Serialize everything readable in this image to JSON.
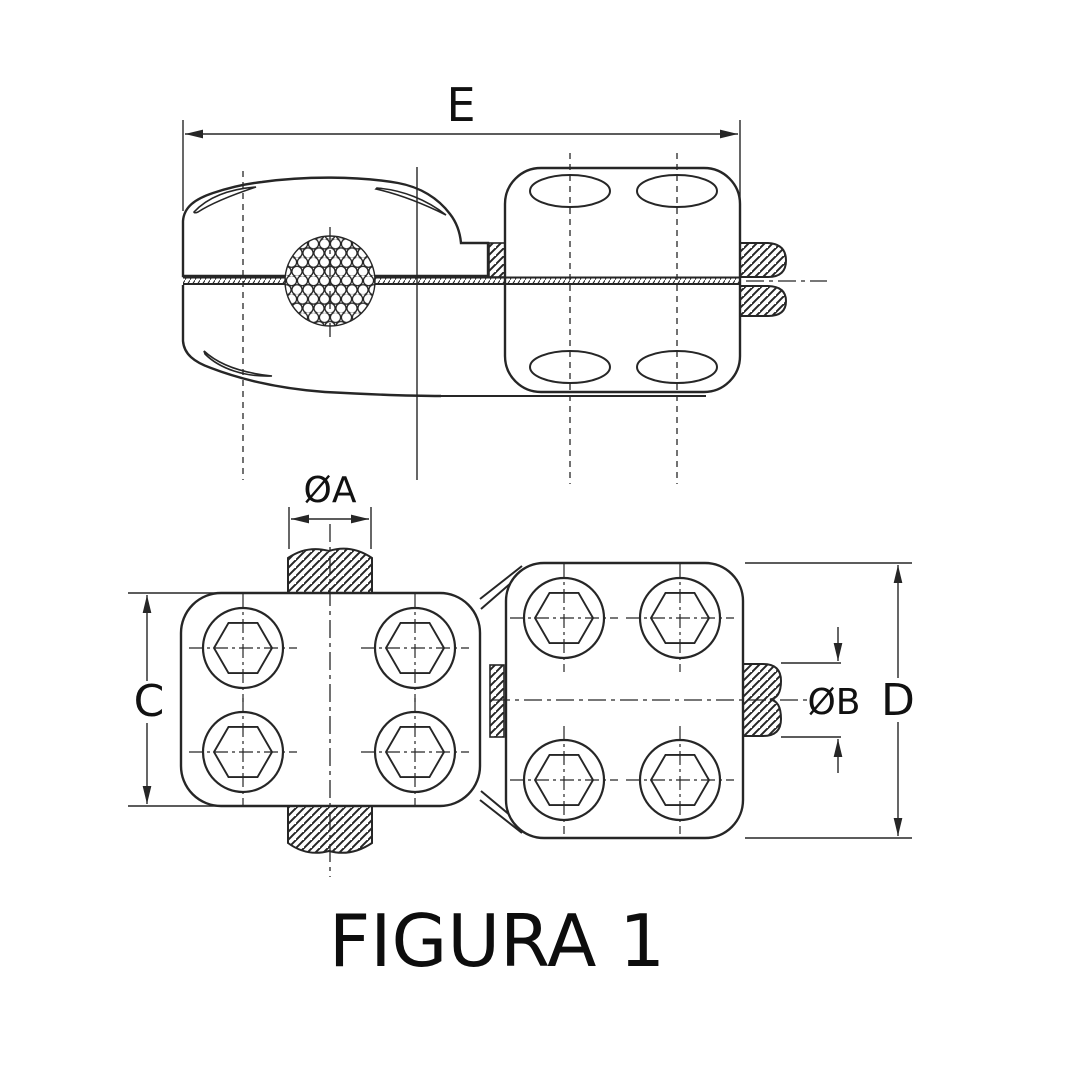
{
  "drawing": {
    "caption": "FIGURA 1",
    "dimensions": {
      "e": "E",
      "a": "ØA",
      "b": "ØB",
      "c": "C",
      "d": "D"
    },
    "colors": {
      "line": "#262626",
      "background": "#ffffff"
    }
  }
}
